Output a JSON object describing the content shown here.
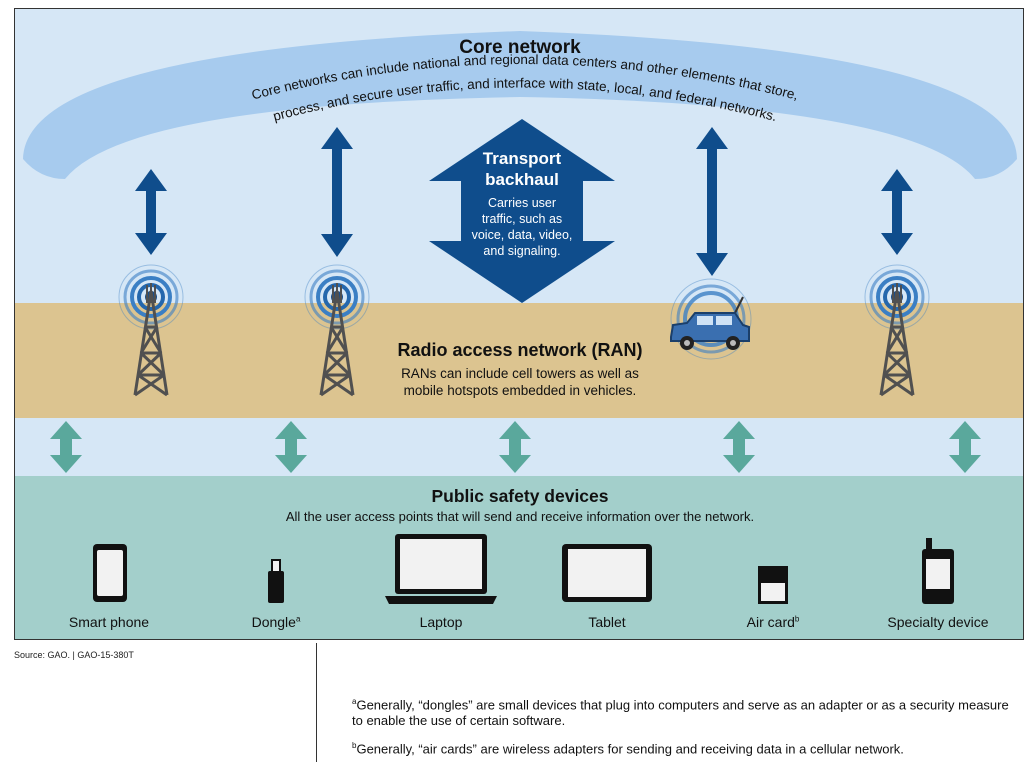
{
  "core": {
    "title": "Core network",
    "description_line1": "Core networks can include national and regional data centers and other elements that store,",
    "description_line2": "process, and secure user traffic, and interface with state, local, and federal networks."
  },
  "transport": {
    "title_line1": "Transport",
    "title_line2": "backhaul",
    "desc_line1": "Carries user",
    "desc_line2": "traffic, such as",
    "desc_line3": "voice, data, video,",
    "desc_line4": "and signaling."
  },
  "ran": {
    "title": "Radio access network (RAN)",
    "desc_line1": "RANs can include cell towers as well as",
    "desc_line2": "mobile hotspots embedded in vehicles."
  },
  "devices": {
    "title": "Public safety devices",
    "description": "All the user access points that will send and receive information over the network.",
    "items": [
      {
        "label": "Smart phone",
        "note": ""
      },
      {
        "label": "Dongle",
        "note": "a"
      },
      {
        "label": "Laptop",
        "note": ""
      },
      {
        "label": "Tablet",
        "note": ""
      },
      {
        "label": "Air card",
        "note": "b"
      },
      {
        "label": "Specialty device",
        "note": ""
      }
    ]
  },
  "source": "Source: GAO.  |  GAO-15-380T",
  "footnotes": {
    "a_mark": "a",
    "a_text": "Generally, “dongles” are small devices that plug into computers and serve as an adapter or as a security measure to enable the use of certain software.",
    "b_mark": "b",
    "b_text": "Generally, “air cards” are wireless adapters for sending and receiving data in a cellular network."
  },
  "colors": {
    "core_band": "#a7cbee",
    "sky": "#d6e7f6",
    "ran_band": "#dcc490",
    "device_band": "#a3cfcb",
    "dark_arrow": "#0f4d8c",
    "teal_arrow": "#5aa89c"
  },
  "icons": [
    "cell-tower-icon",
    "vehicle-hotspot-icon",
    "smartphone-icon",
    "dongle-icon",
    "laptop-icon",
    "tablet-icon",
    "air-card-icon",
    "specialty-device-icon"
  ]
}
